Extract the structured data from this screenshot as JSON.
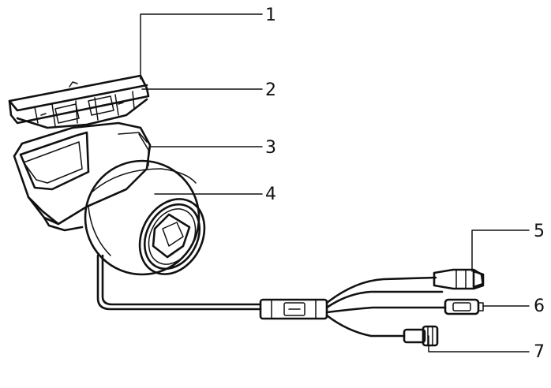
{
  "colors": {
    "ink": "#111111",
    "background": "#ffffff",
    "shade": "#d8d8d8",
    "gray": "#8c8c8c"
  },
  "callouts": [
    {
      "id": "1",
      "label": "1"
    },
    {
      "id": "2",
      "label": "2"
    },
    {
      "id": "3",
      "label": "3"
    },
    {
      "id": "4",
      "label": "4"
    },
    {
      "id": "5",
      "label": "5"
    },
    {
      "id": "6",
      "label": "6"
    },
    {
      "id": "7",
      "label": "7"
    }
  ]
}
